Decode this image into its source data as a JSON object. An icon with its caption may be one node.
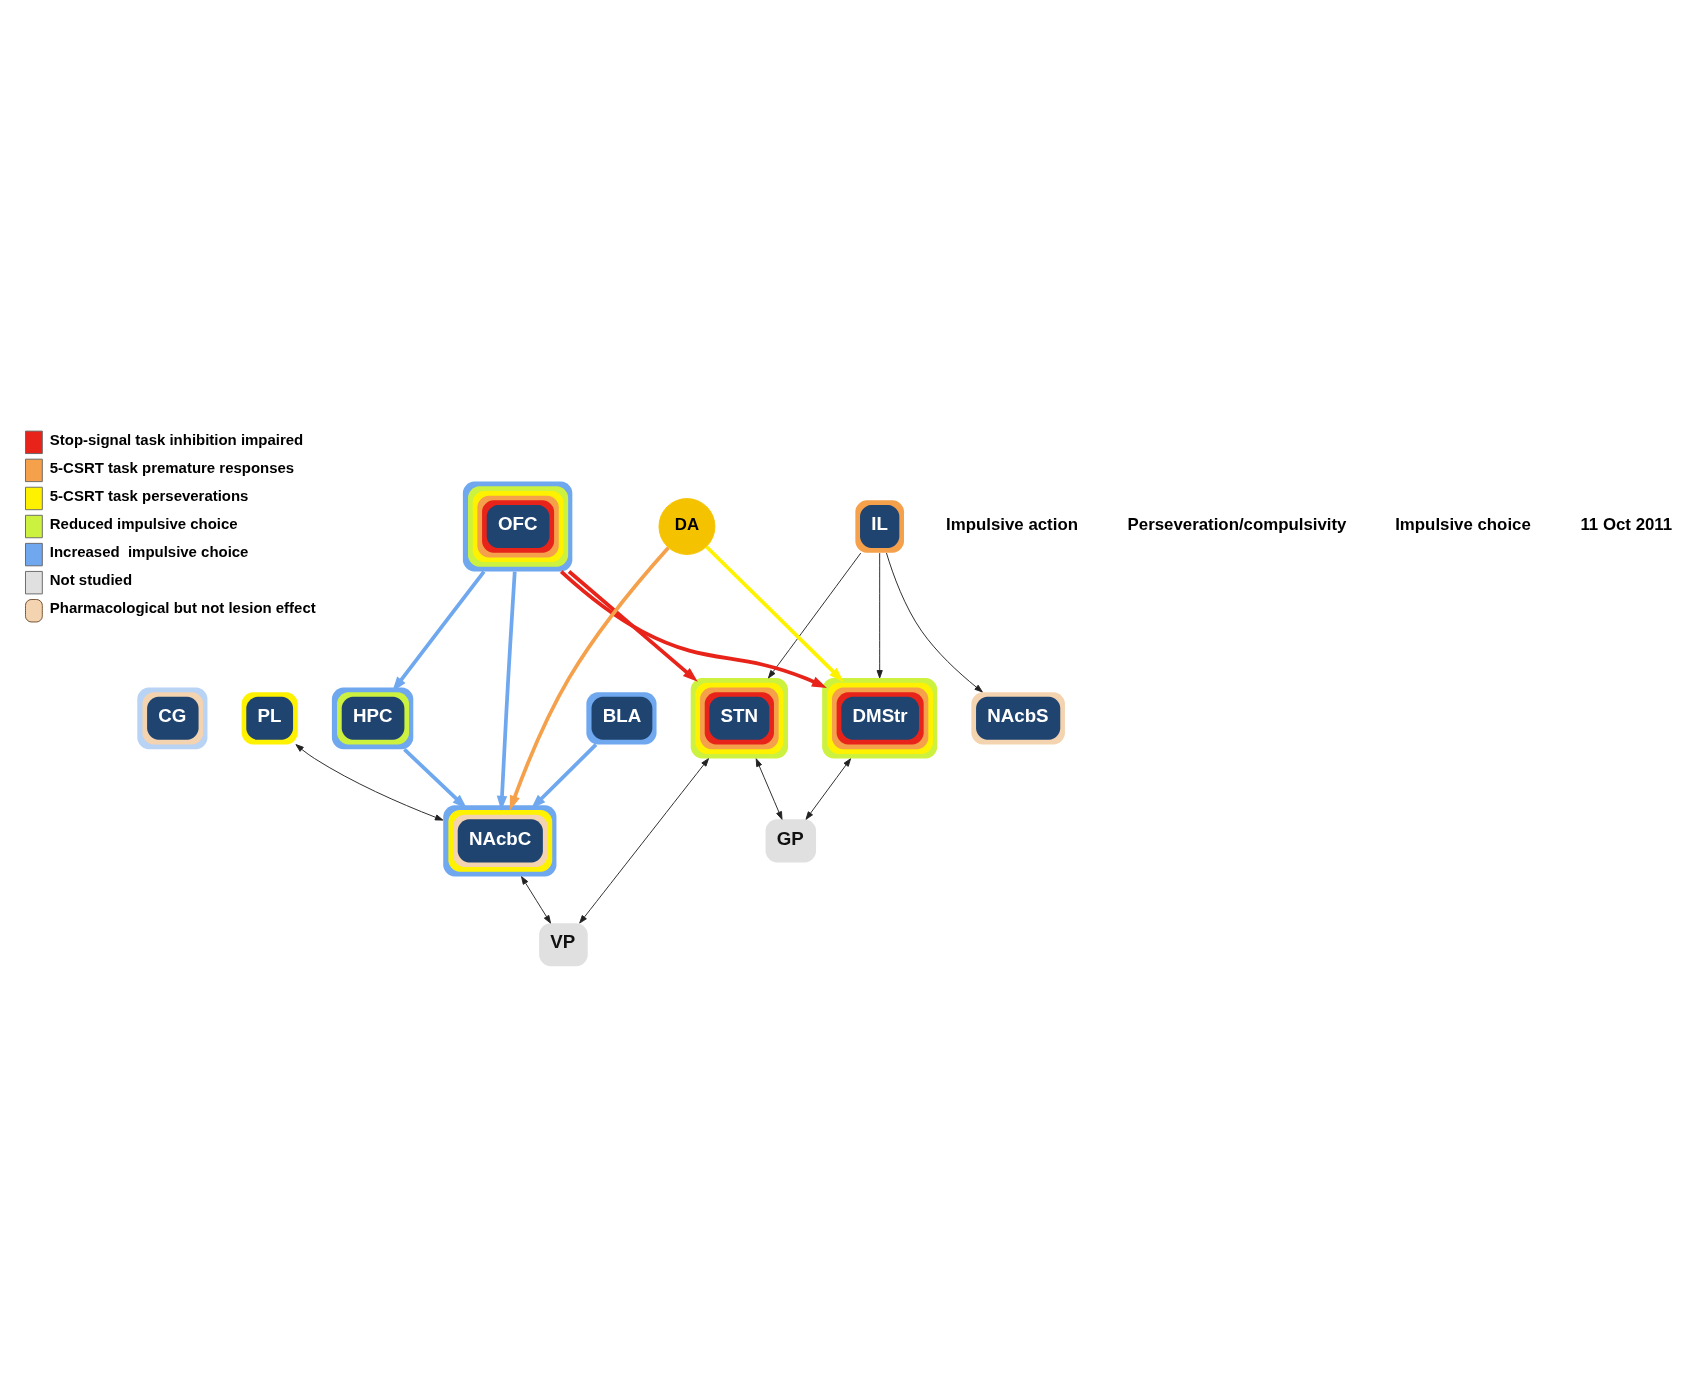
{
  "diagram": {
    "nodes": [
      {
        "text": [
          "CG"
        ]
      },
      {
        "text": [
          "PL"
        ]
      },
      {
        "text": [
          "IL"
        ]
      },
      {
        "text": [
          "OFC"
        ]
      },
      {
        "text": [
          "HPC"
        ]
      },
      {
        "text": [
          "DMStr"
        ]
      },
      {
        "text": [
          "NAcbC"
        ]
      },
      {
        "text": [
          "DA"
        ]
      },
      {
        "text": [
          "BLA"
        ]
      },
      {
        "text": [
          "GP"
        ]
      },
      {
        "text": [
          "NAcbS"
        ]
      },
      {
        "text": [
          "STN"
        ]
      },
      {
        "text": [
          "VP"
        ]
      }
    ],
    "edges": [
      {
        "from": 3,
        "to": 4,
        "arrow": "to",
        "style": "thick",
        "color": "#6fa8ef"
      },
      {
        "from": 3,
        "to": 5,
        "arrow": "to",
        "style": "thick",
        "color": "#e8231a"
      },
      {
        "from": 3,
        "to": 11,
        "arrow": "to",
        "style": "thick",
        "color": "#e8231a"
      },
      {
        "from": 3,
        "to": 6,
        "arrow": "to",
        "style": "thick",
        "color": "#6fa8ef"
      },
      {
        "from": 4,
        "to": 6,
        "arrow": "to",
        "style": "thick",
        "color": "#6fa8ef"
      },
      {
        "from": 8,
        "to": 6,
        "arrow": "to",
        "style": "thick",
        "color": "#6fa8ef"
      },
      {
        "from": 7,
        "to": 5,
        "arrow": "to",
        "style": "thick",
        "color": "#fff200"
      },
      {
        "from": 7,
        "to": 6,
        "arrow": "to",
        "style": "thick",
        "color": "#f5a04a"
      },
      {
        "from": 2,
        "to": 5,
        "arrow": "to"
      },
      {
        "from": 2,
        "to": 10,
        "arrow": "to"
      },
      {
        "from": 2,
        "to": 11,
        "arrow": "to"
      },
      {
        "from": 1,
        "to": 6,
        "arrow": "both"
      },
      {
        "from": 5,
        "to": 9,
        "arrow": "both"
      },
      {
        "from": 6,
        "to": 12,
        "arrow": "both"
      },
      {
        "from": 11,
        "to": 9,
        "arrow": "both"
      },
      {
        "from": 11,
        "to": 12,
        "arrow": "both"
      }
    ],
    "labels": [
      "Impulsive action",
      "Perseveration/compulsivity",
      "Impulsive choice",
      "11 Oct 2011"
    ],
    "legend": [
      {
        "text": "Stop-signal task inhibition impaired",
        "color": "#e8231a"
      },
      {
        "text": "5-CSRT task premature responses",
        "color": "#f5a04a"
      },
      {
        "text": "5-CSRT task perseverations",
        "color": "#fff200"
      },
      {
        "text": "Reduced impulsive choice",
        "color": "#ccf23f"
      },
      {
        "text": "Increased  impulsive choice",
        "color": "#6fa8ef"
      },
      {
        "text": "Not studied",
        "color": "#e0e0e0"
      },
      {
        "text": "Pharmacological but not lesion effect"
      }
    ]
  }
}
